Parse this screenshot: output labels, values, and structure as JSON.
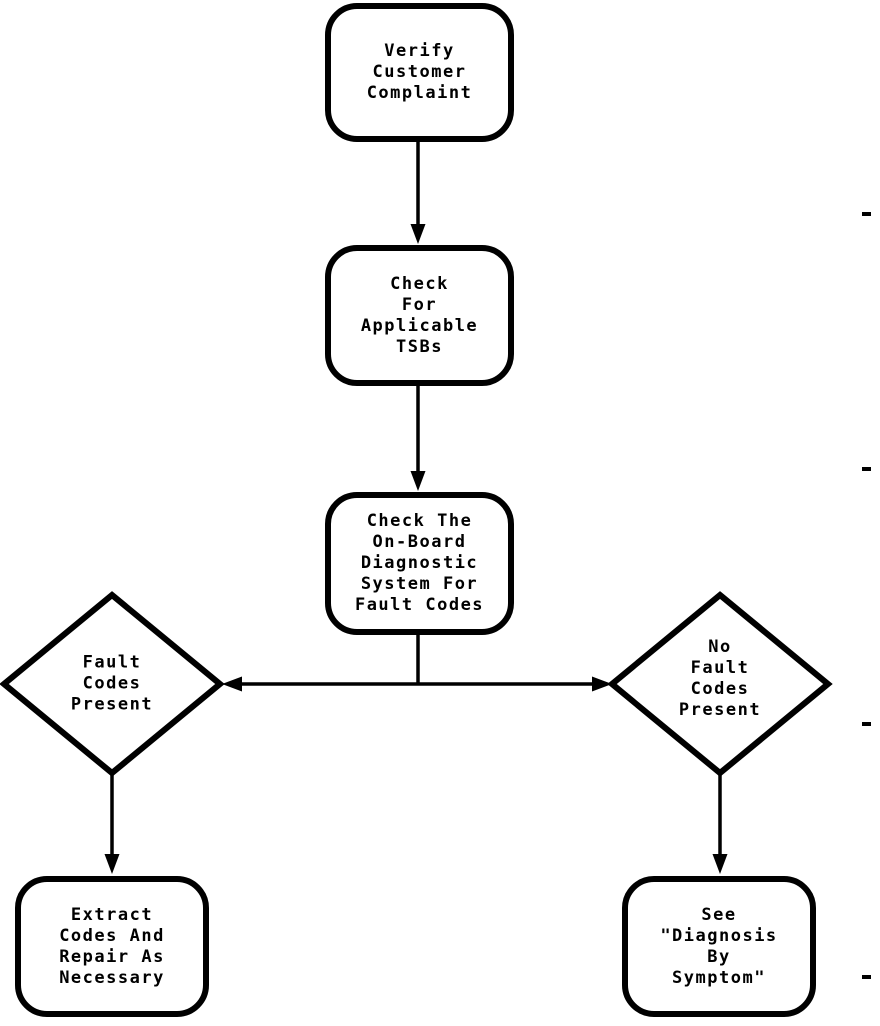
{
  "diagram_type": "flowchart",
  "colors": {
    "line": "#000000",
    "background": "#ffffff",
    "text": "#000000"
  },
  "nodes": {
    "verify_customer_complaint": {
      "type": "process",
      "label": "Verify\nCustomer\nComplaint"
    },
    "check_for_applicable_tsbs": {
      "type": "process",
      "label": "Check\nFor\nApplicable\nTSBs"
    },
    "check_obd_for_fault_codes": {
      "type": "process",
      "label": "Check The\nOn-Board\nDiagnostic\nSystem For\nFault Codes"
    },
    "fault_codes_present": {
      "type": "decision",
      "label": "Fault\nCodes\nPresent"
    },
    "no_fault_codes_present": {
      "type": "decision",
      "label": "No\nFault\nCodes\nPresent"
    },
    "extract_codes_and_repair": {
      "type": "process",
      "label": "Extract\nCodes And\nRepair As\nNecessary"
    },
    "see_diagnosis_by_symptom": {
      "type": "process",
      "label": "See\n\"Diagnosis\nBy\nSymptom\""
    }
  },
  "edges": [
    {
      "from": "verify_customer_complaint",
      "to": "check_for_applicable_tsbs"
    },
    {
      "from": "check_for_applicable_tsbs",
      "to": "check_obd_for_fault_codes"
    },
    {
      "from": "check_obd_for_fault_codes",
      "to": "fault_codes_present"
    },
    {
      "from": "check_obd_for_fault_codes",
      "to": "no_fault_codes_present"
    },
    {
      "from": "fault_codes_present",
      "to": "extract_codes_and_repair"
    },
    {
      "from": "no_fault_codes_present",
      "to": "see_diagnosis_by_symptom"
    }
  ]
}
